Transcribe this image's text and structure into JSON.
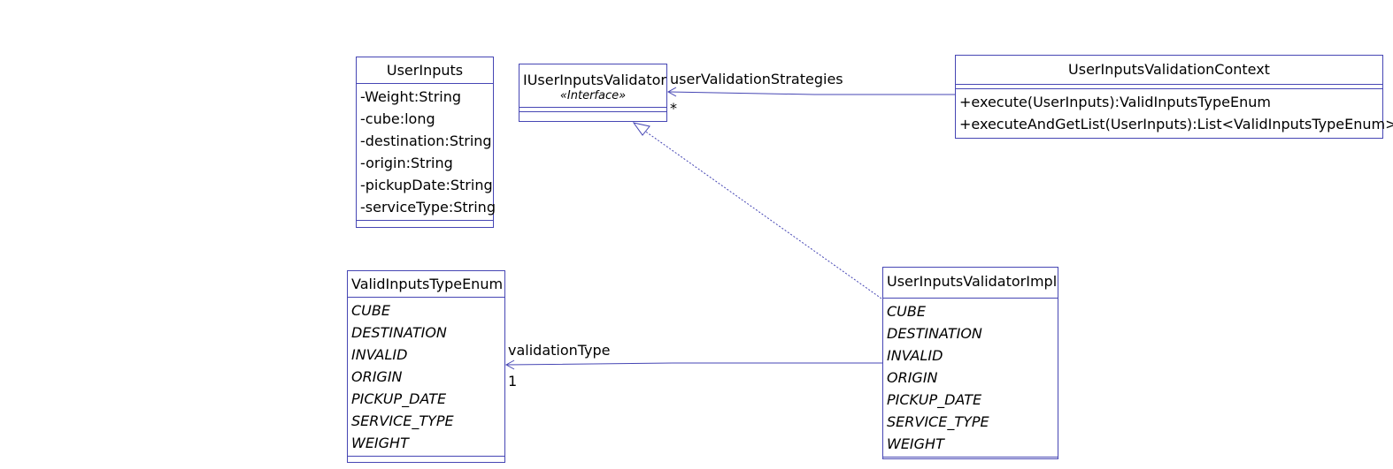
{
  "classes": {
    "user_inputs": {
      "name": "UserInputs",
      "attributes": [
        "-Weight:String",
        "-cube:long",
        "-destination:String",
        "-origin:String",
        "-pickupDate:String",
        "-serviceType:String"
      ]
    },
    "validator_interface": {
      "name": "IUserInputsValidator",
      "stereotype": "«Interface»"
    },
    "validation_context": {
      "name": "UserInputsValidationContext",
      "operations": [
        "+execute(UserInputs):ValidInputsTypeEnum",
        "+executeAndGetList(UserInputs):List<ValidInputsTypeEnum>"
      ]
    },
    "valid_inputs_enum": {
      "name": "ValidInputsTypeEnum",
      "literals": [
        "CUBE",
        "DESTINATION",
        "INVALID",
        "ORIGIN",
        "PICKUP_DATE",
        "SERVICE_TYPE",
        "WEIGHT"
      ]
    },
    "validator_impl": {
      "name": "UserInputsValidatorImpl",
      "literals": [
        "CUBE",
        "DESTINATION",
        "INVALID",
        "ORIGIN",
        "PICKUP_DATE",
        "SERVICE_TYPE",
        "WEIGHT"
      ]
    }
  },
  "relations": {
    "strategies": {
      "role": "userValidationStrategies",
      "multiplicity": "*"
    },
    "validation_type": {
      "role": "validationType",
      "multiplicity": "1"
    }
  },
  "colors": {
    "line": "#4646b4",
    "background": "#ffffff",
    "text": "#000000"
  }
}
